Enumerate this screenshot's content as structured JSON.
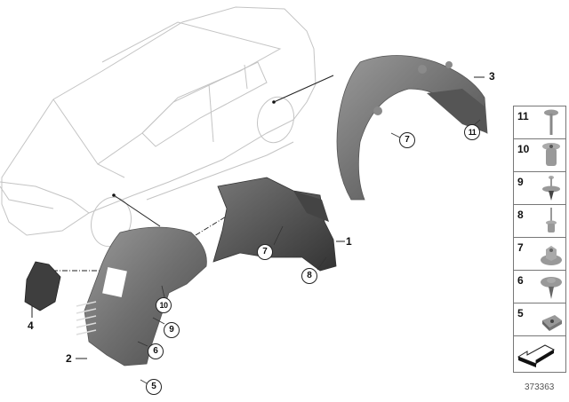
{
  "diagram": {
    "type": "exploded-parts-diagram",
    "subject": "Wheel arch liner (front and rear) with fasteners",
    "figure_id": "373363",
    "callouts": [
      {
        "id": "1",
        "label": "1",
        "part": "front wheel arch liner, rear section"
      },
      {
        "id": "2",
        "label": "2",
        "part": "front wheel arch liner, front section"
      },
      {
        "id": "3",
        "label": "3",
        "part": "rear wheel arch liner"
      },
      {
        "id": "4",
        "label": "4",
        "part": "cover panel"
      }
    ],
    "fastener_refs": [
      {
        "label": "7",
        "on": "rear wheel arch liner"
      },
      {
        "label": "11",
        "on": "rear wheel arch liner"
      },
      {
        "label": "7",
        "on": "front wheel arch liner, rear section"
      },
      {
        "label": "8",
        "on": "front wheel arch liner, rear section"
      },
      {
        "label": "10",
        "on": "front wheel arch liner, front section"
      },
      {
        "label": "9",
        "on": "front wheel arch liner, front section"
      },
      {
        "label": "6",
        "on": "front wheel arch liner, front section"
      },
      {
        "label": "5",
        "on": "front wheel arch liner, front section"
      }
    ],
    "legend": {
      "items": [
        {
          "label": "11",
          "icon": "screw-icon"
        },
        {
          "label": "10",
          "icon": "expanding-nut-icon"
        },
        {
          "label": "9",
          "icon": "plastic-rivet-icon"
        },
        {
          "label": "8",
          "icon": "blind-rivet-icon"
        },
        {
          "label": "7",
          "icon": "hex-flange-nut-icon"
        },
        {
          "label": "6",
          "icon": "washer-screw-icon"
        },
        {
          "label": "5",
          "icon": "spring-nut-icon"
        },
        {
          "label": "",
          "icon": "direction-arrow-icon"
        }
      ]
    }
  }
}
